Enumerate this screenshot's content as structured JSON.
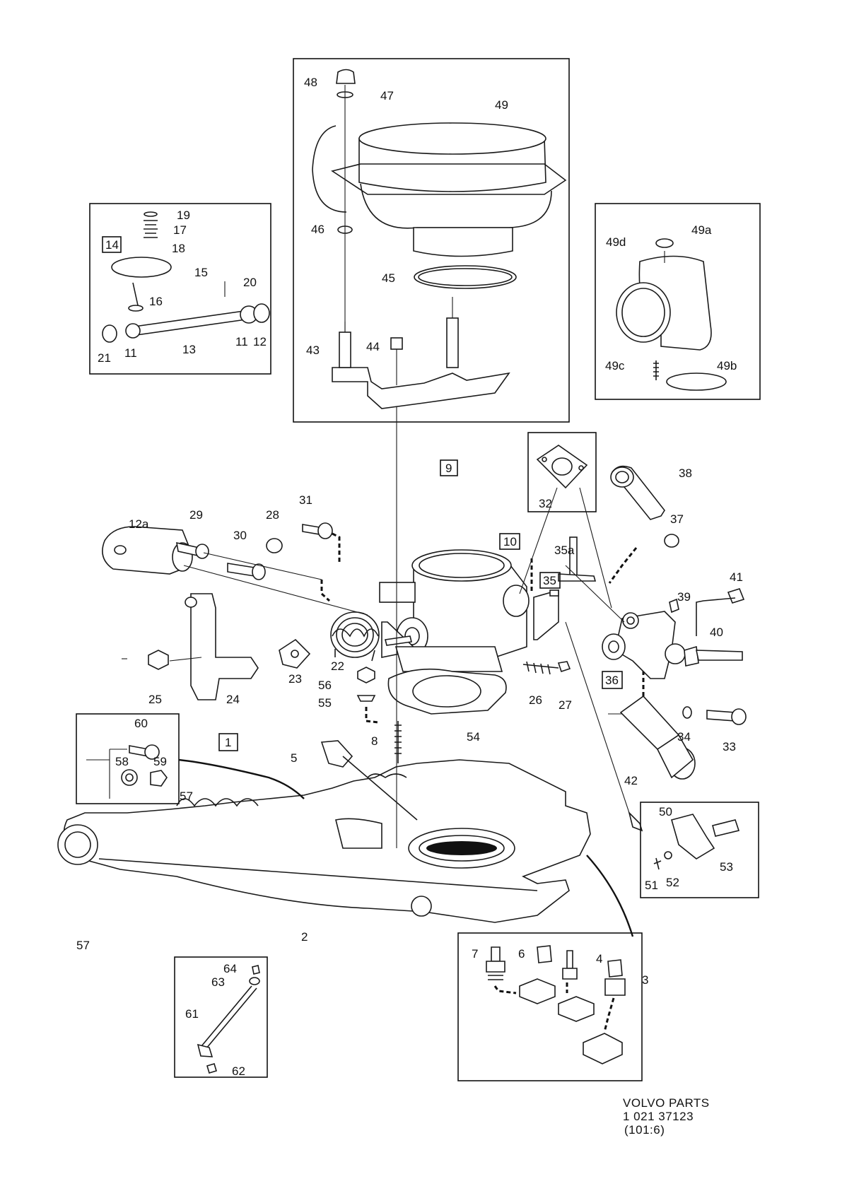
{
  "footer": {
    "line1": "VOLVO PARTS",
    "line2": "1  021  37123",
    "line3": "(101:6)"
  },
  "box_numbers": [
    "14",
    "9",
    "10",
    "35",
    "36",
    "1"
  ],
  "part_labels": [
    "48",
    "47",
    "49",
    "46",
    "45",
    "43",
    "44",
    "19",
    "17",
    "18",
    "15",
    "16",
    "20",
    "21",
    "11",
    "13",
    "11",
    "12",
    "49d",
    "49a",
    "49c",
    "49b",
    "32",
    "38",
    "37",
    "12a",
    "29",
    "28",
    "31",
    "30",
    "35a",
    "39",
    "41",
    "40",
    "22",
    "23",
    "25",
    "24",
    "56",
    "55",
    "26",
    "27",
    "54",
    "34",
    "33",
    "42",
    "60",
    "58",
    "59",
    "5",
    "8",
    "57",
    "50",
    "53",
    "51",
    "52",
    "57",
    "2",
    "7",
    "6",
    "4",
    "3",
    "64",
    "63",
    "61",
    "62"
  ]
}
